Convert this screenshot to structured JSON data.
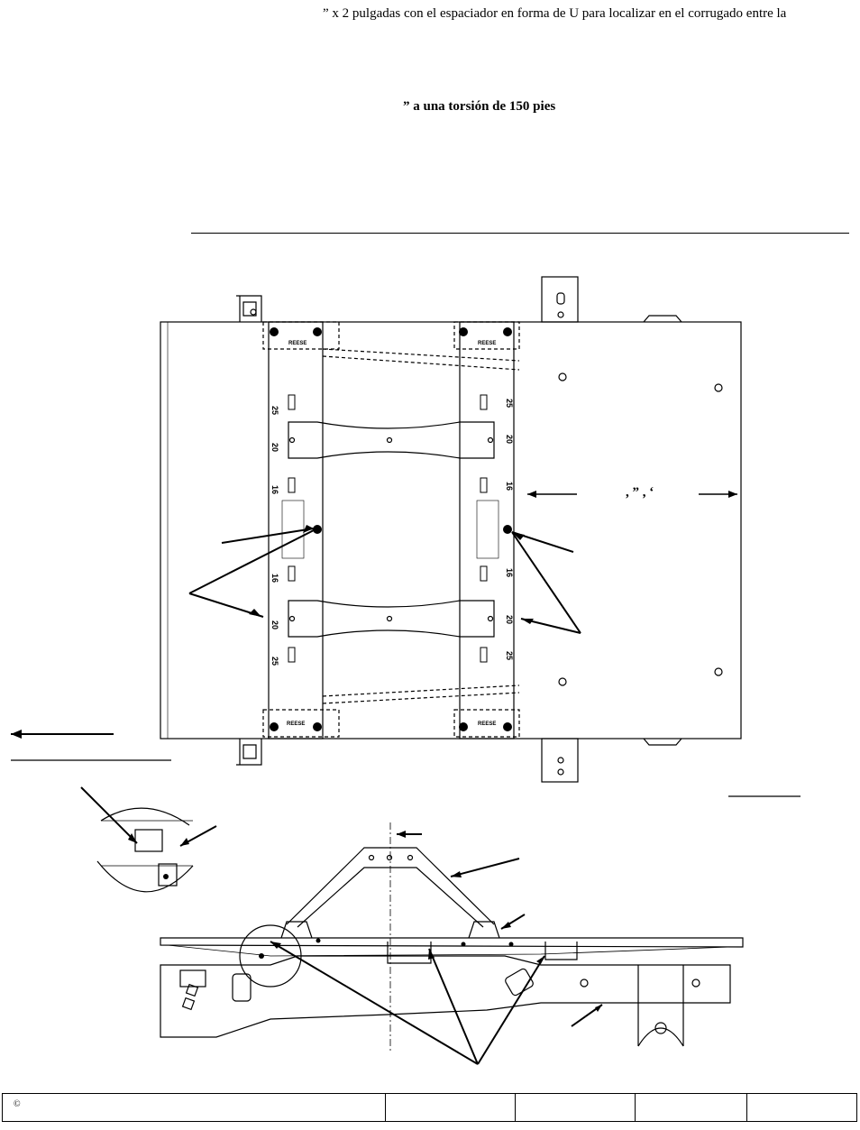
{
  "instructions": {
    "line1": "” x 2 pulgadas con el espaciador en forma de U para localizar en el corrugado entre la",
    "line2": "” a una torsión de 150 pies"
  },
  "drawing": {
    "rail_numbers_left": [
      "25",
      "20",
      "16",
      "16",
      "20",
      "25"
    ],
    "rail_numbers_right": [
      "25",
      "20",
      "16",
      "16",
      "20",
      "25"
    ],
    "brand_label": "REESE",
    "dimension_marks": ", ” , ‘"
  },
  "footer": {
    "copyright_symbol": "©"
  }
}
